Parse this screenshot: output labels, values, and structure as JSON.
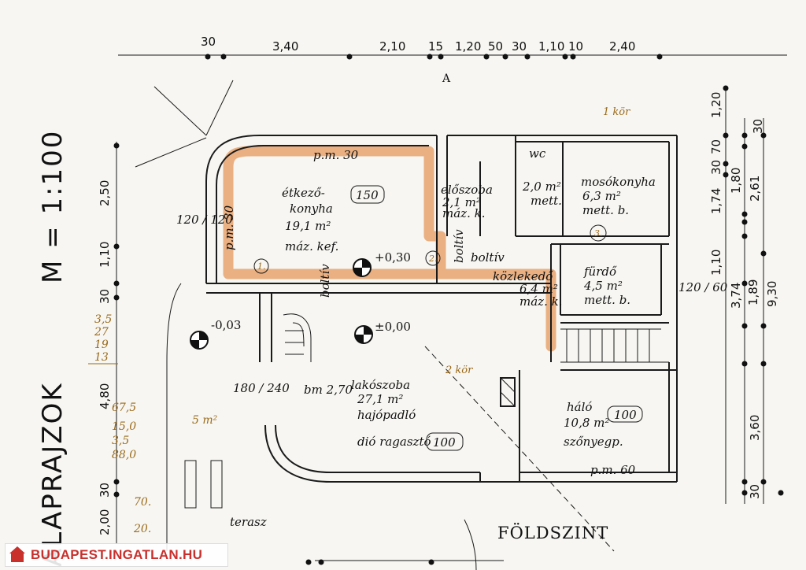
{
  "sheet": {
    "title": "ALAPRAJZOK",
    "scale": "M = 1:100",
    "level": "FÖLDSZINT"
  },
  "top_dims": [
    "30",
    "3,40",
    "2,10",
    "15",
    "1,20",
    "50",
    "30",
    "1,10",
    "10",
    "2,40"
  ],
  "left_dims": [
    "2,50",
    "1,10",
    "30",
    "4,80",
    "30",
    "2,00"
  ],
  "right_dims": [
    "1,20",
    "30",
    "70",
    "30",
    "1,80",
    "2,61",
    "1,74",
    "1,10",
    "3,74",
    "1,89",
    "9,30",
    "3,60",
    "30"
  ],
  "rooms": {
    "kitchen": {
      "name_1": "étkező-",
      "name_2": "konyha",
      "area": "19,1 m²",
      "finish": "máz. kef.",
      "label": "150"
    },
    "hall": {
      "name": "előszoba",
      "area": "2,1 m²",
      "finish": "máz. k."
    },
    "wc": {
      "name": "wc",
      "area": "2,0 m²",
      "finish": "mett."
    },
    "laundry": {
      "name_1": "mosókonyha",
      "area": "6,3 m²",
      "finish": "mett. b."
    },
    "bath": {
      "name": "fürdő",
      "area": "4,5 m²",
      "finish": "mett. b."
    },
    "corridor": {
      "name": "közlekedő",
      "area": "6,4 m²",
      "finish": "máz. k."
    },
    "living": {
      "name": "lakószoba",
      "area": "27,1 m²",
      "finish_1": "hajópadló",
      "finish_2": "dió ragasztó",
      "label": "100"
    },
    "bedroom": {
      "name": "háló",
      "area": "10,8 m²",
      "finish": "szőnyegp.",
      "label": "100"
    },
    "terrace": {
      "name": "terasz"
    }
  },
  "annotations": {
    "pm30": "p.m. 30",
    "pm30b": "p.m. 30",
    "pm60": "p.m. 60",
    "plus030": "+0,30",
    "pm000": "±0,00",
    "minus003": "-0,03",
    "boltiv": "boltív",
    "boltiv2": "boltív",
    "boltiv3": "boltív",
    "kor1": "1 kör",
    "kor2": "2 kör",
    "dim_180_240": "180 / 240",
    "dim_bm": "bm 2,70",
    "dim_120_120": "120 / 120",
    "dim_120_60": "120 / 60",
    "c1": "1.",
    "c2": "2.",
    "c3": "3.",
    "c_A": "A",
    "brown_calc_1": [
      "3,5",
      "27",
      "19",
      "13"
    ],
    "brown_calc_2": [
      "67,5",
      "15,0",
      "3,5",
      "88,0"
    ],
    "brown_5m2": "5 m²",
    "brown_70": "70.",
    "brown_20": "20."
  },
  "watermark": {
    "text": "BUDAPEST.INGATLAN.HU"
  },
  "colors": {
    "highlight": "#e7a36f",
    "ink": "#1a1a1a",
    "pencil": "#9a6a1a",
    "brand": "#c9302c"
  }
}
